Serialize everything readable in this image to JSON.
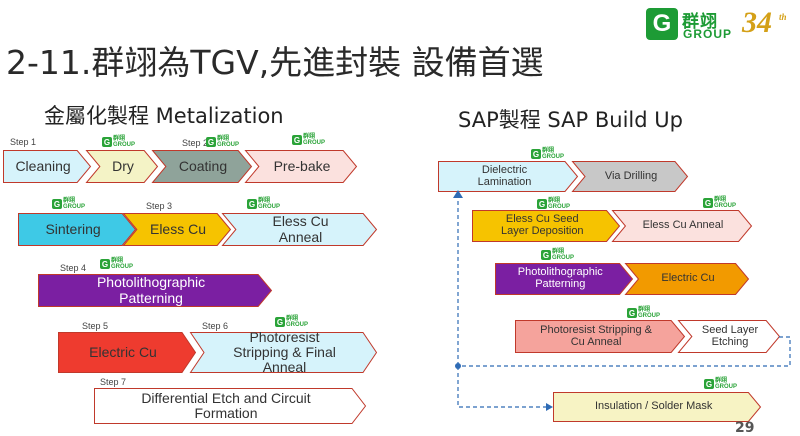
{
  "title": "2-11.群翊為TGV,先進封裝 設備首選",
  "brand": {
    "logo_letter": "G",
    "name_cn": "群翊",
    "name_en": "GROUP",
    "years": "34",
    "years_suffix": "th",
    "mini_cn": "群翊",
    "mini_en": "GROUP"
  },
  "metalization": {
    "title": "金屬化製程  Metalization",
    "steps": {
      "s1": "Step 1",
      "s2": "Step 2",
      "s3": "Step 3",
      "s4": "Step 4",
      "s5": "Step 5",
      "s6": "Step 6",
      "s7": "Step 7"
    },
    "boxes": {
      "cleaning": "Cleaning",
      "dry": "Dry",
      "coating": "Coating",
      "prebake": "Pre-bake",
      "sintering": "Sintering",
      "eless_cu": "Eless Cu",
      "eless_cu_anneal": "Eless Cu\nAnneal",
      "photolitho": "Photolithographic\nPatterning",
      "electric_cu": "Electric Cu",
      "photoresist_strip": "Photoresist\nStripping & Final\nAnneal",
      "diff_etch": "Differential Etch and Circuit\nFormation"
    }
  },
  "sap": {
    "title": "SAP製程  SAP Build Up",
    "boxes": {
      "dielectric": "Dielectric\nLamination",
      "via": "Via Drilling",
      "eless_seed": "Eless Cu Seed\nLayer Deposition",
      "eless_anneal": "Eless Cu Anneal",
      "photolitho": "Photolithographic\nPatterning",
      "electric_cu": "Electric Cu",
      "photoresist": "Photoresist Stripping &\nCu Anneal",
      "seed_etch": "Seed Layer\nEtching",
      "insulation": "Insulation / Solder Mask"
    }
  },
  "colors": {
    "green_brand": "#1d9b35",
    "gold": "#d4a017",
    "arrow_border": "#c0392b",
    "cyan": "#3ec9e6",
    "light_cyan": "#d6f3fb",
    "light_yellow": "#f4f3c6",
    "gray": "#8fa39a",
    "light_pink": "#fbe1de",
    "amber": "#f6c300",
    "purple": "#7b1fa2",
    "red": "#ee3b2f",
    "salmon": "#f5a39c",
    "sand": "#f7f3c4"
  },
  "page_number_partial": "29"
}
